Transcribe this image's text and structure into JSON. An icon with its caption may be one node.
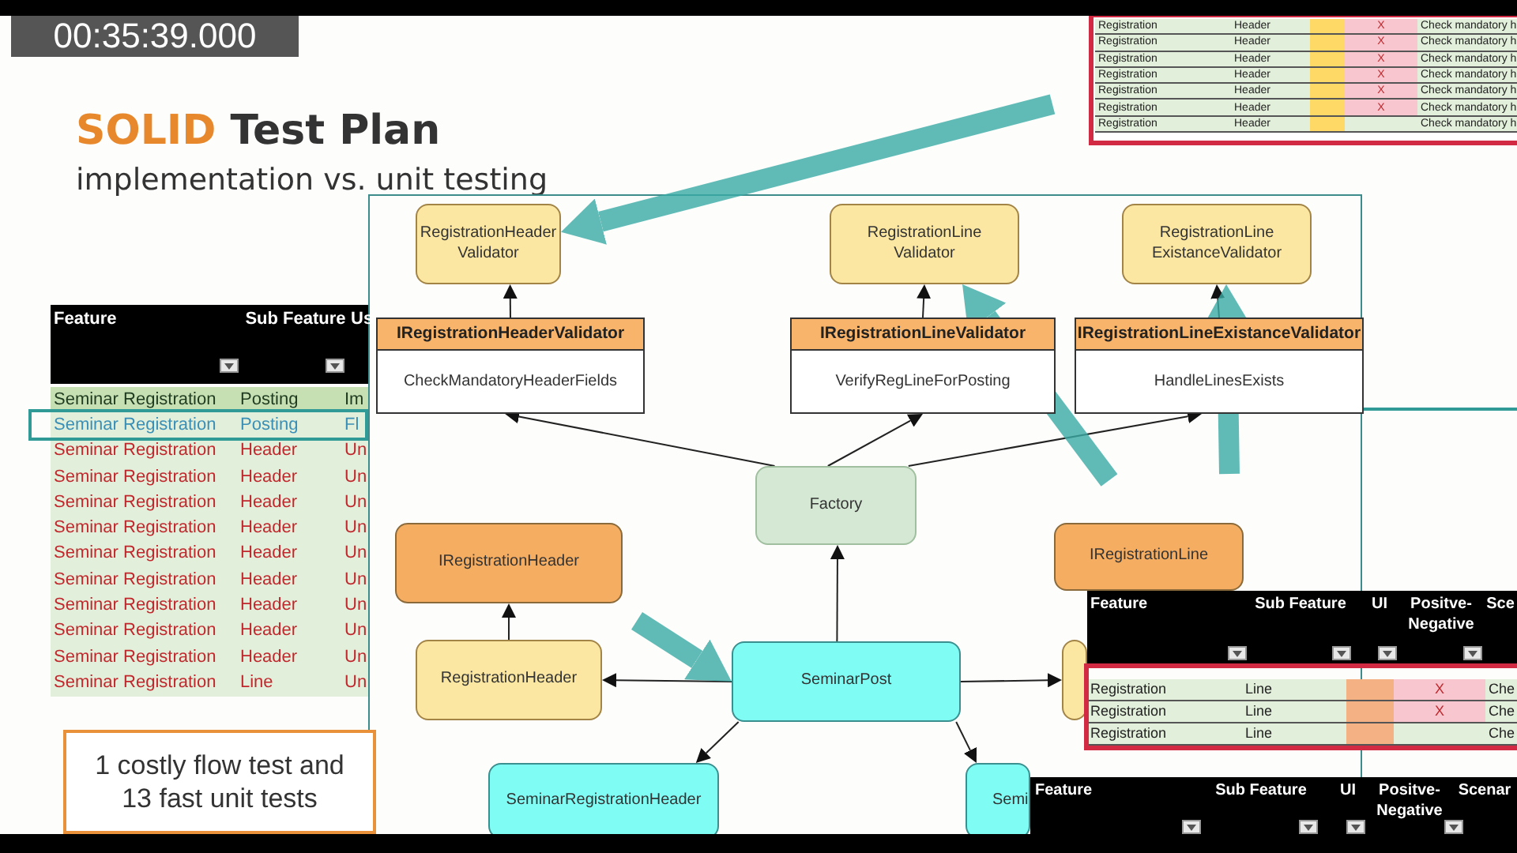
{
  "diagram": {
    "title": "SOLID Test Plan",
    "nodes": [
      {
        "text": [
          "RegistrationHeader Validator"
        ]
      },
      {
        "text": [
          "RegistrationLine Validator"
        ]
      },
      {
        "text": [
          "RegistrationLine ExistanceValidator"
        ]
      },
      {
        "text": [
          "IRegistrationHeaderValidator",
          "CheckMandatoryHeaderFields"
        ]
      },
      {
        "text": [
          "IRegistrationLineValidator",
          "VerifyRegLineForPosting"
        ]
      },
      {
        "text": [
          "IRegistrationLineExistanceValidator",
          "HandleLinesExists"
        ]
      },
      {
        "text": [
          "Factory"
        ]
      },
      {
        "text": [
          "IRegistrationHeader"
        ]
      },
      {
        "text": [
          "IRegistrationLine"
        ]
      },
      {
        "text": [
          "RegistrationHeader"
        ]
      },
      {
        "text": [
          "SeminarPost"
        ]
      },
      {
        "text": [],
        "shape": "box"
      },
      {
        "text": [
          "SeminarRegistrationHeader"
        ]
      },
      {
        "text": [
          "Semi"
        ]
      },
      {
        "text": [
          "1 costly flow test and 13 fast unit tests"
        ]
      }
    ],
    "edges": [
      {
        "from": 3,
        "to": 0,
        "arrow": "to"
      },
      {
        "from": 4,
        "to": 1,
        "arrow": "to"
      },
      {
        "from": 5,
        "to": 2,
        "arrow": "to"
      },
      {
        "from": 6,
        "to": 3,
        "arrow": "to"
      },
      {
        "from": 6,
        "to": 4,
        "arrow": "to"
      },
      {
        "from": 6,
        "to": 5,
        "arrow": "to"
      },
      {
        "from": 10,
        "to": 6,
        "arrow": "to"
      },
      {
        "from": 10,
        "to": 9,
        "arrow": "to"
      },
      {
        "from": 9,
        "to": 7,
        "arrow": "to"
      },
      {
        "from": 10,
        "to": 11,
        "arrow": "to"
      },
      {
        "from": 10,
        "to": 12,
        "arrow": "to"
      },
      {
        "from": 10,
        "to": 13,
        "arrow": "to"
      },
      {
        "from": null,
        "to": 0,
        "arrow": "to",
        "style": "thick",
        "color": "#3aaba6"
      },
      {
        "from": null,
        "to": 10,
        "arrow": "to",
        "style": "thick",
        "color": "#3aaba6"
      },
      {
        "from": null,
        "to": 1,
        "arrow": "to",
        "style": "thick",
        "color": "#3aaba6"
      },
      {
        "from": null,
        "to": 2,
        "arrow": "to",
        "style": "thick",
        "color": "#3aaba6"
      }
    ],
    "labels": [
      "00:35:39.000",
      "implementation vs. unit testing",
      "Registration",
      "Header",
      "X",
      "Check mandatory h",
      "Registration",
      "Header",
      "X",
      "Check mandatory h",
      "Registration",
      "Header",
      "X",
      "Check mandatory h",
      "Registration",
      "Header",
      "X",
      "Check mandatory h",
      "Registration",
      "Header",
      "X",
      "Check mandatory h",
      "Registration",
      "Header",
      "X",
      "Check mandatory h",
      "Registration",
      "Header",
      "Check mandatory h",
      "Feature",
      "Sub Feature",
      "Us",
      "Seminar Registration",
      "Posting",
      "Im",
      "Seminar Registration",
      "Posting",
      "Fl",
      "Seminar Registration",
      "Header",
      "Un",
      "Seminar Registration",
      "Header",
      "Un",
      "Seminar Registration",
      "Header",
      "Un",
      "Seminar Registration",
      "Header",
      "Un",
      "Seminar Registration",
      "Header",
      "Un",
      "Seminar Registration",
      "Header",
      "Un",
      "Seminar Registration",
      "Header",
      "Un",
      "Seminar Registration",
      "Header",
      "Un",
      "Seminar Registration",
      "Header",
      "Un",
      "Seminar Registration",
      "Line",
      "Un",
      "Feature",
      "Sub Feature",
      "UI",
      "Positve- Negative",
      "Sce",
      "Registration",
      "Line",
      "X",
      "Che",
      "Registration",
      "Line",
      "X",
      "Che",
      "Registration",
      "Line",
      "Che",
      "Feature",
      "Sub Feature",
      "UI",
      "Positve- Negative",
      "Scenar"
    ]
  }
}
